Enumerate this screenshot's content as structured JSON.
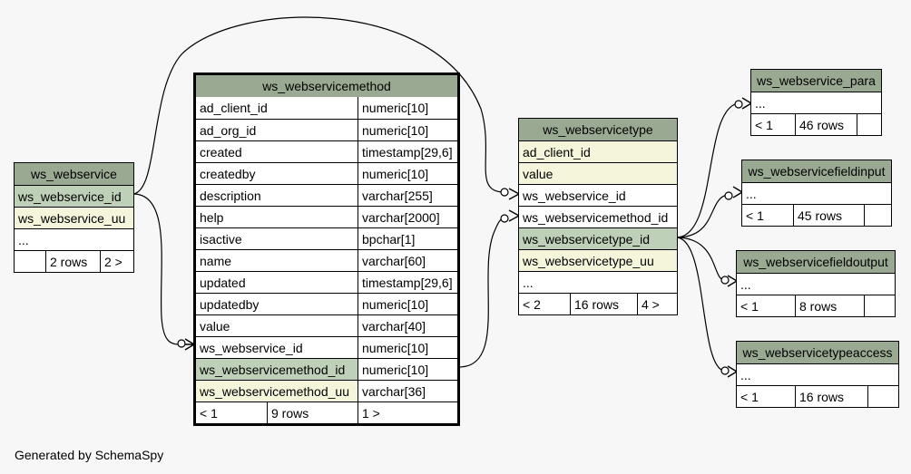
{
  "footer": "Generated by SchemaSpy",
  "tables": {
    "ws_webservice": {
      "name": "ws_webservice",
      "columns": [
        "ws_webservice_id",
        "ws_webservice_uu",
        "..."
      ],
      "footer": {
        "left": "",
        "rows": "2 rows",
        "right": "2 >"
      }
    },
    "ws_webservicemethod": {
      "name": "ws_webservicemethod",
      "columns": [
        {
          "name": "ad_client_id",
          "type": "numeric[10]"
        },
        {
          "name": "ad_org_id",
          "type": "numeric[10]"
        },
        {
          "name": "created",
          "type": "timestamp[29,6]"
        },
        {
          "name": "createdby",
          "type": "numeric[10]"
        },
        {
          "name": "description",
          "type": "varchar[255]"
        },
        {
          "name": "help",
          "type": "varchar[2000]"
        },
        {
          "name": "isactive",
          "type": "bpchar[1]"
        },
        {
          "name": "name",
          "type": "varchar[60]"
        },
        {
          "name": "updated",
          "type": "timestamp[29,6]"
        },
        {
          "name": "updatedby",
          "type": "numeric[10]"
        },
        {
          "name": "value",
          "type": "varchar[40]"
        },
        {
          "name": "ws_webservice_id",
          "type": "numeric[10]"
        },
        {
          "name": "ws_webservicemethod_id",
          "type": "numeric[10]"
        },
        {
          "name": "ws_webservicemethod_uu",
          "type": "varchar[36]"
        }
      ],
      "footer": {
        "left": "< 1",
        "rows": "9 rows",
        "right": "1 >"
      }
    },
    "ws_webservicetype": {
      "name": "ws_webservicetype",
      "columns": [
        "ad_client_id",
        "value",
        "ws_webservice_id",
        "ws_webservicemethod_id",
        "ws_webservicetype_id",
        "ws_webservicetype_uu",
        "..."
      ],
      "footer": {
        "left": "< 2",
        "rows": "16 rows",
        "right": "4 >"
      }
    },
    "ws_webservice_para": {
      "name": "ws_webservice_para",
      "columns": [
        "..."
      ],
      "footer": {
        "left": "< 1",
        "rows": "46 rows",
        "right": ""
      }
    },
    "ws_webservicefieldinput": {
      "name": "ws_webservicefieldinput",
      "columns": [
        "..."
      ],
      "footer": {
        "left": "< 1",
        "rows": "45 rows",
        "right": ""
      }
    },
    "ws_webservicefieldoutput": {
      "name": "ws_webservicefieldoutput",
      "columns": [
        "..."
      ],
      "footer": {
        "left": "< 1",
        "rows": "8 rows",
        "right": ""
      }
    },
    "ws_webservicetypeaccess": {
      "name": "ws_webservicetypeaccess",
      "columns": [
        "..."
      ],
      "footer": {
        "left": "< 1",
        "rows": "16 rows",
        "right": ""
      }
    }
  }
}
